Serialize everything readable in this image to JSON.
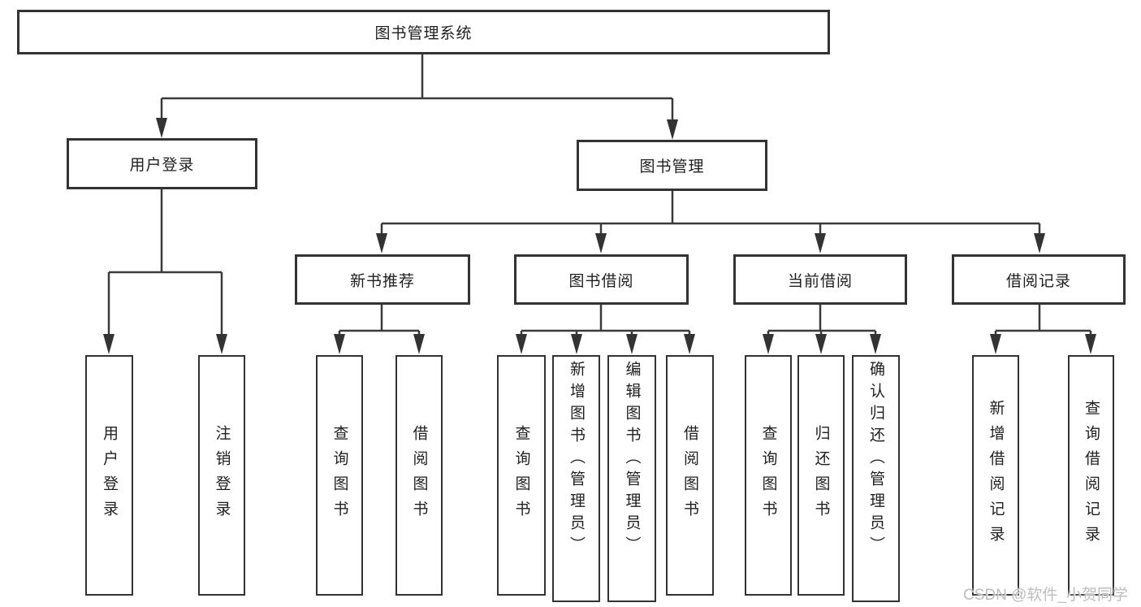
{
  "diagram": {
    "type": "tree-diagram",
    "nodes": {
      "root": {
        "label": "图书管理系统"
      },
      "level2": [
        {
          "label": "用户登录"
        },
        {
          "label": "图书管理"
        }
      ],
      "level3": [
        {
          "label": "新书推荐"
        },
        {
          "label": "图书借阅"
        },
        {
          "label": "当前借阅"
        },
        {
          "label": "借阅记录"
        }
      ],
      "leaves": [
        [
          {
            "label": "用户登录"
          },
          {
            "label": "注销登录"
          }
        ],
        [
          {
            "label": "查询图书"
          },
          {
            "label": "借阅图书"
          }
        ],
        [
          {
            "label": "查询图书"
          },
          {
            "label": "新增图书（管理员）"
          },
          {
            "label": "编辑图书（管理员）"
          },
          {
            "label": "借阅图书"
          }
        ],
        [
          {
            "label": "查询图书"
          },
          {
            "label": "归还图书"
          },
          {
            "label": "确认归还（管理员）"
          }
        ],
        [
          {
            "label": "新增借阅记录"
          },
          {
            "label": "查询借阅记录"
          }
        ]
      ]
    },
    "watermark": "CSDN @软件_小贺同学",
    "colors": {
      "line": "#3a3a3a",
      "border": "#333333",
      "text": "#1f1f1f",
      "watermark": "#bdbdbd",
      "background": "#ffffff"
    }
  }
}
